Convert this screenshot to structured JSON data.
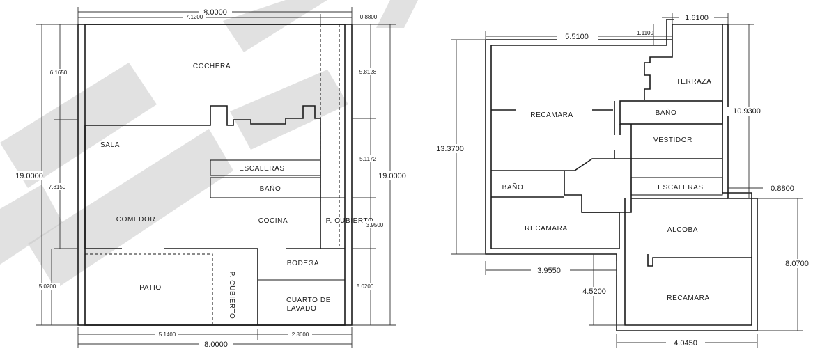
{
  "left_plan": {
    "rooms": {
      "cochera": "COCHERA",
      "sala": "SALA",
      "escaleras": "ESCALERAS",
      "bano": "BAÑO",
      "comedor": "COMEDOR",
      "cocina": "COCINA",
      "p_cubierto_right": "P. CUBIERTO",
      "bodega": "BODEGA",
      "patio": "PATIO",
      "p_cubierto_vertical": "P. CUBIERTO",
      "cuarto_lavado_1": "CUARTO DE",
      "cuarto_lavado_2": "LAVADO"
    },
    "dims": {
      "top_width": "8.0000",
      "top_inner": "7.1200",
      "top_right": "0.8800",
      "left_total": "19.0000",
      "left_a": "6.1650",
      "left_b": "7.8150",
      "left_c": "5.0200",
      "right_total": "19.0000",
      "right_a": "5.8128",
      "right_b": "5.1172",
      "right_c": "3.9500",
      "right_d": "5.0200",
      "bottom_left": "5.1400",
      "bottom_right": "2.8600",
      "bottom_width": "8.0000"
    }
  },
  "right_plan": {
    "rooms": {
      "terraza": "TERRAZA",
      "recamara_top": "RECAMARA",
      "bano_top": "BAÑO",
      "vestidor": "VESTIDOR",
      "bano_left": "BAÑO",
      "escaleras": "ESCALERAS",
      "recamara_mid": "RECAMARA",
      "alcoba": "ALCOBA",
      "recamara_bottom": "RECAMARA"
    },
    "dims": {
      "top_a": "1.6100",
      "top_b": "5.5100",
      "top_c": "1.1100",
      "left_total": "13.3700",
      "right_a": "10.9300",
      "right_b": "0.8800",
      "right_c": "8.0700",
      "mid_width": "3.9550",
      "mid_height": "4.5200",
      "bottom_width": "4.0450"
    }
  }
}
